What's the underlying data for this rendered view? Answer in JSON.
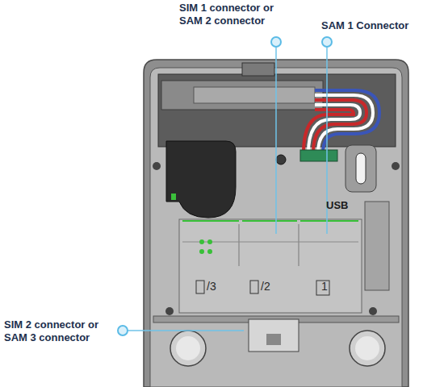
{
  "diagram": {
    "labels": [
      "SIM 1 connector or SAM 2 connector",
      "SAM 1 Connector",
      "SIM 2 connector or SAM 3 connector",
      "USB",
      "/3",
      "/2",
      "1"
    ]
  }
}
